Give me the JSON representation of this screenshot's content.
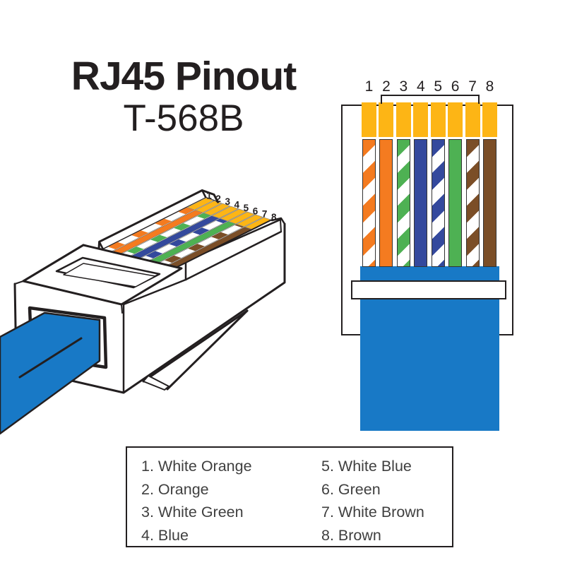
{
  "title": {
    "line1": "RJ45 Pinout",
    "line2": "T-568B"
  },
  "colors": {
    "gold": "#FDB515",
    "orange": "#F47B20",
    "green": "#4EB153",
    "blue": "#34499D",
    "brown": "#7B4E27",
    "cable_blue": "#1879C6",
    "outline": "#231F20",
    "legend_text": "#3F3F3F",
    "wire_border": "#333333",
    "background": "#FFFFFF"
  },
  "pins": [
    {
      "num": "1",
      "name": "White Orange",
      "style": "striped",
      "color_key": "orange"
    },
    {
      "num": "2",
      "name": "Orange",
      "style": "solid",
      "color_key": "orange"
    },
    {
      "num": "3",
      "name": "White Green",
      "style": "striped",
      "color_key": "green"
    },
    {
      "num": "4",
      "name": "Blue",
      "style": "solid",
      "color_key": "blue"
    },
    {
      "num": "5",
      "name": "White Blue",
      "style": "striped",
      "color_key": "blue"
    },
    {
      "num": "6",
      "name": "Green",
      "style": "solid",
      "color_key": "green"
    },
    {
      "num": "7",
      "name": "White Brown",
      "style": "striped",
      "color_key": "brown"
    },
    {
      "num": "8",
      "name": "Brown",
      "style": "solid",
      "color_key": "brown"
    }
  ],
  "legend": {
    "items": [
      "1. White Orange",
      "2. Orange",
      "3. White Green",
      "4. Blue",
      "5. White Blue",
      "6. Green",
      "7. White Brown",
      "8. Brown"
    ]
  }
}
